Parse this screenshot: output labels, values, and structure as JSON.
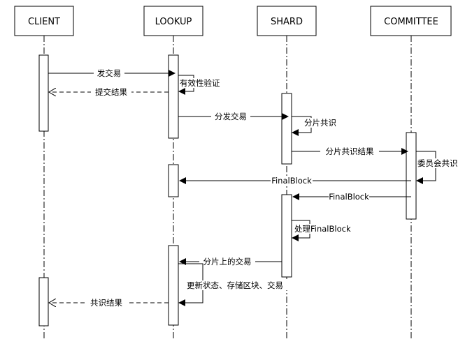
{
  "actors": [
    {
      "id": "client",
      "label": "CLIENT"
    },
    {
      "id": "lookup",
      "label": "LOOKUP"
    },
    {
      "id": "shard",
      "label": "SHARD"
    },
    {
      "id": "committee",
      "label": "COMMITTEE"
    }
  ],
  "messages": {
    "send_tx": "发交易",
    "validity_check": "有效性验证",
    "submit_result": "提交结果",
    "dispatch_tx": "分发交易",
    "shard_consensus": "分片共识",
    "shard_consensus_result": "分片共识结果",
    "committee_consensus": "委员会共识",
    "finalblock_to_lookup": "FinalBlock",
    "finalblock_to_shard": "FinalBlock",
    "process_finalblock": "处理FinalBlock",
    "shard_tx": "分片上的交易",
    "update_state": "更新状态、存储区块、交易",
    "consensus_result": "共识结果"
  }
}
